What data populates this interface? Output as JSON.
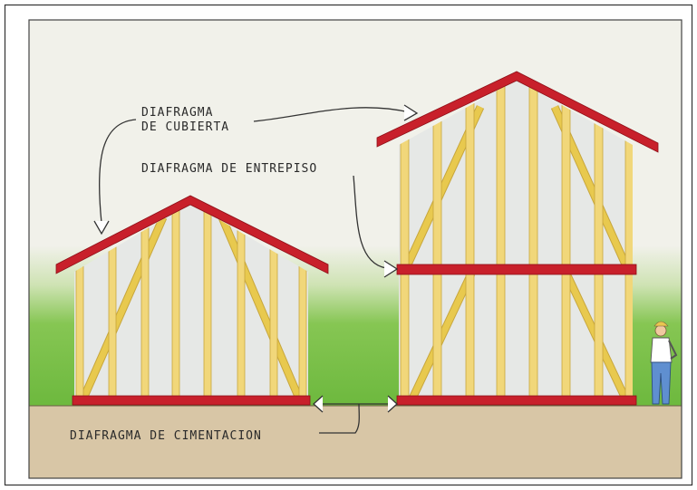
{
  "labels": {
    "roof_diaphragm_line1": "DIAFRAGMA",
    "roof_diaphragm_line2": "DE CUBIERTA",
    "floor_diaphragm": "DIAFRAGMA DE ENTREPISO",
    "foundation_diaphragm": "DIAFRAGMA DE CIMENTACION"
  },
  "colors": {
    "diaphragm": "#c8202b",
    "framing": "#f1d77a",
    "ground": "#d8c6a6",
    "grass": "#7cc24a",
    "sky": "#f2f2ec"
  }
}
